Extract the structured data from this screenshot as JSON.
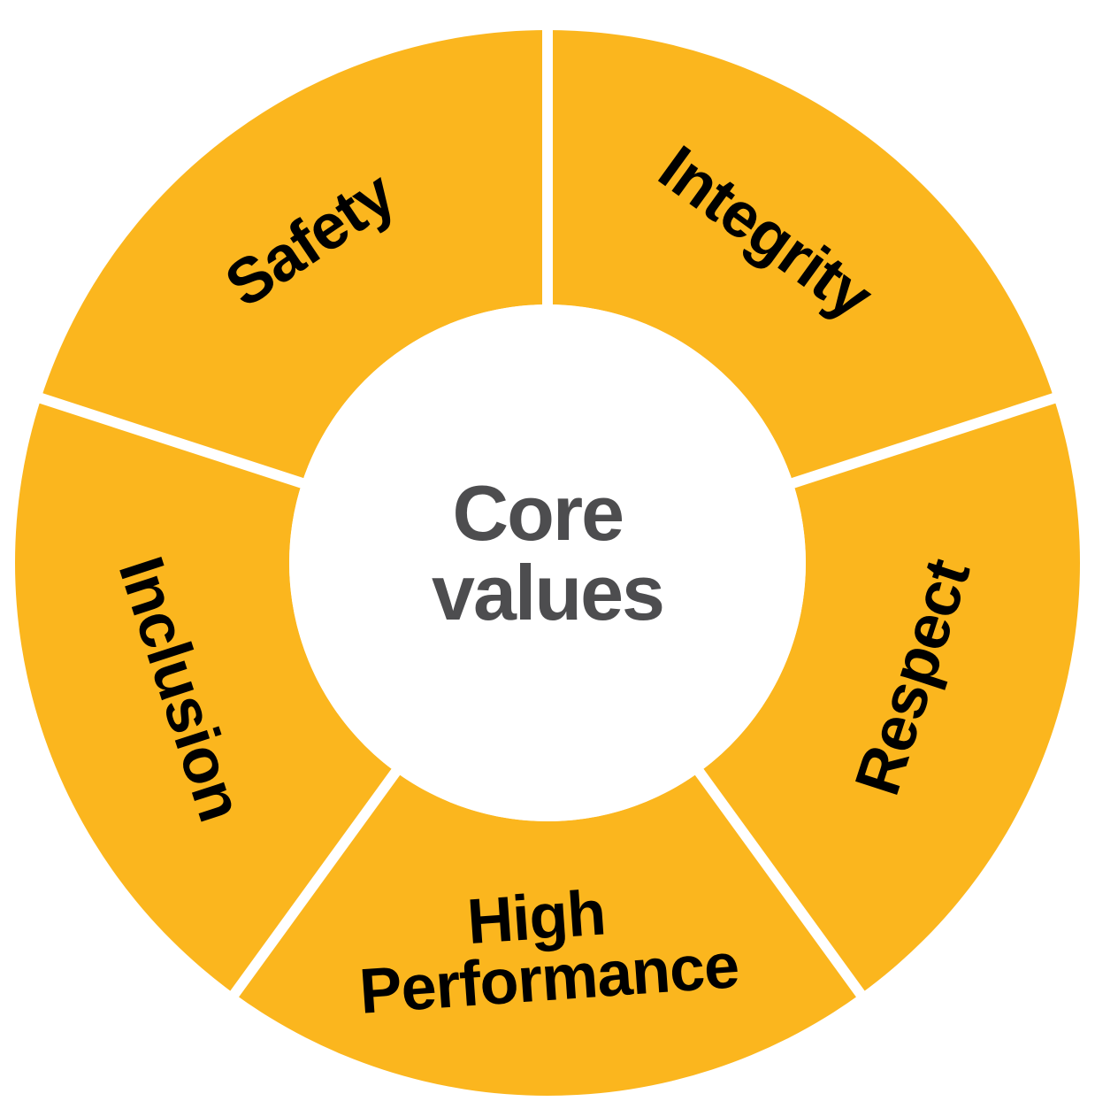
{
  "center": {
    "lines": [
      "Core",
      "values"
    ]
  },
  "segments": [
    {
      "id": "safety",
      "lines": [
        "Safety"
      ]
    },
    {
      "id": "integrity",
      "lines": [
        "Integrity"
      ]
    },
    {
      "id": "respect",
      "lines": [
        "Respect"
      ]
    },
    {
      "id": "high-performance",
      "lines": [
        "High",
        "Performance"
      ]
    },
    {
      "id": "inclusion",
      "lines": [
        "Inclusion"
      ]
    }
  ],
  "colors": {
    "segment_fill": "#FBB61E",
    "separator": "#FFFFFF",
    "center_fill": "#FFFFFF",
    "segment_text": "#000000",
    "center_text": "#4D4D4F"
  }
}
